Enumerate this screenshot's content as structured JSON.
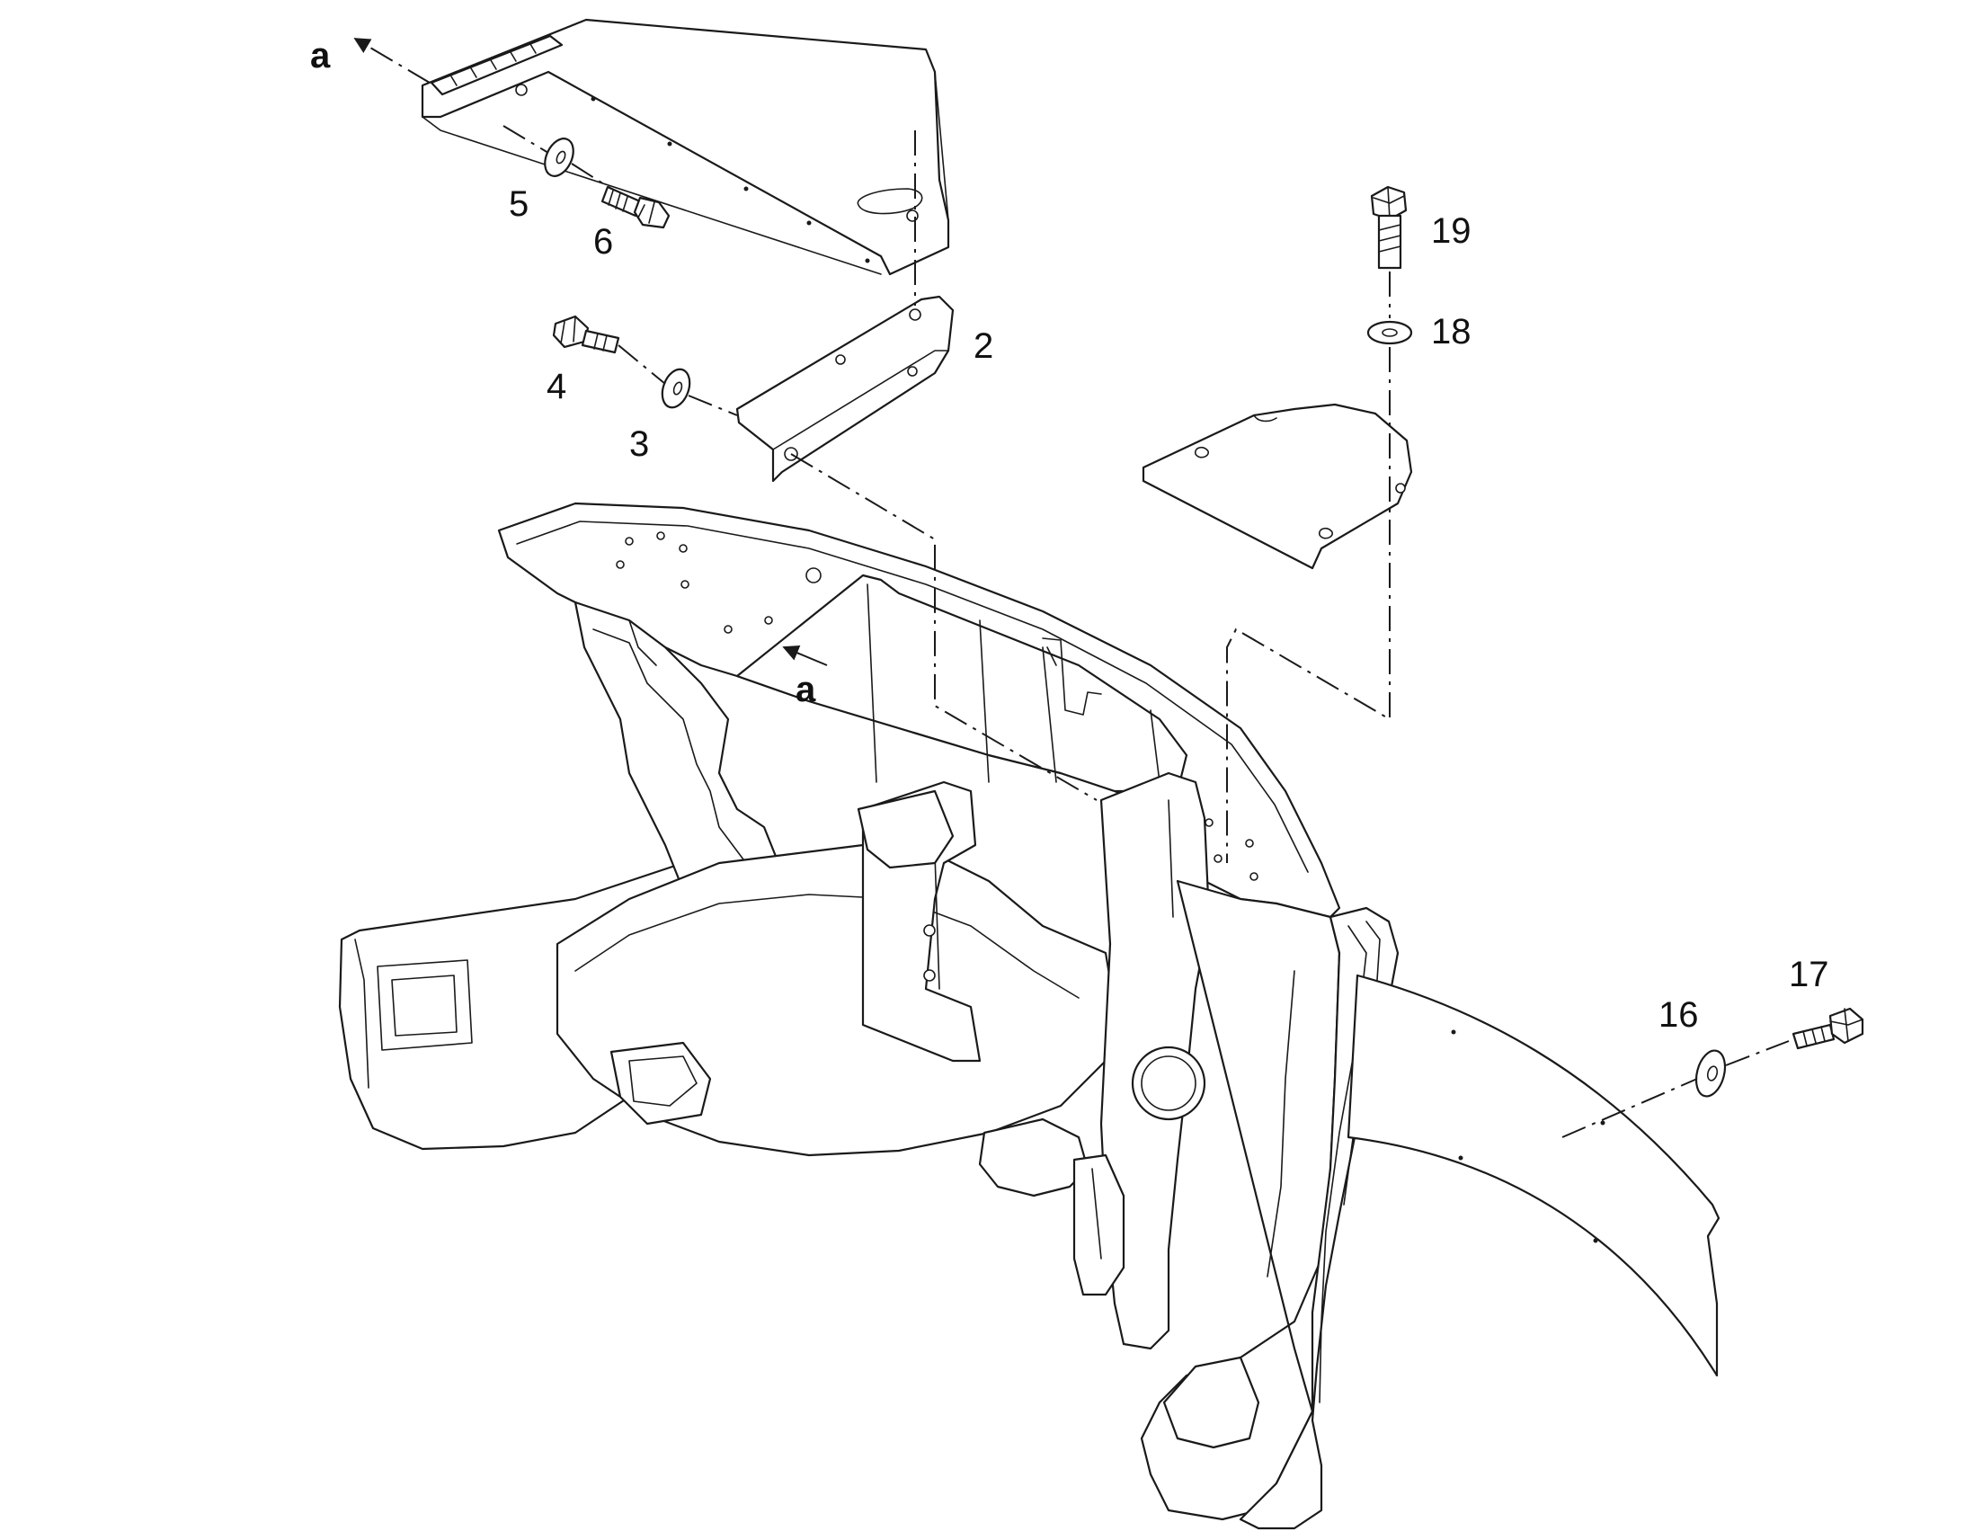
{
  "callouts": {
    "c2": "2",
    "c3": "3",
    "c4": "4",
    "c5": "5",
    "c6": "6",
    "c16": "16",
    "c17": "17",
    "c18": "18",
    "c19": "19"
  },
  "reference_marks": {
    "top": "a",
    "body": "a"
  },
  "colors": {
    "line": "#1a1a1a",
    "background": "#ffffff"
  }
}
